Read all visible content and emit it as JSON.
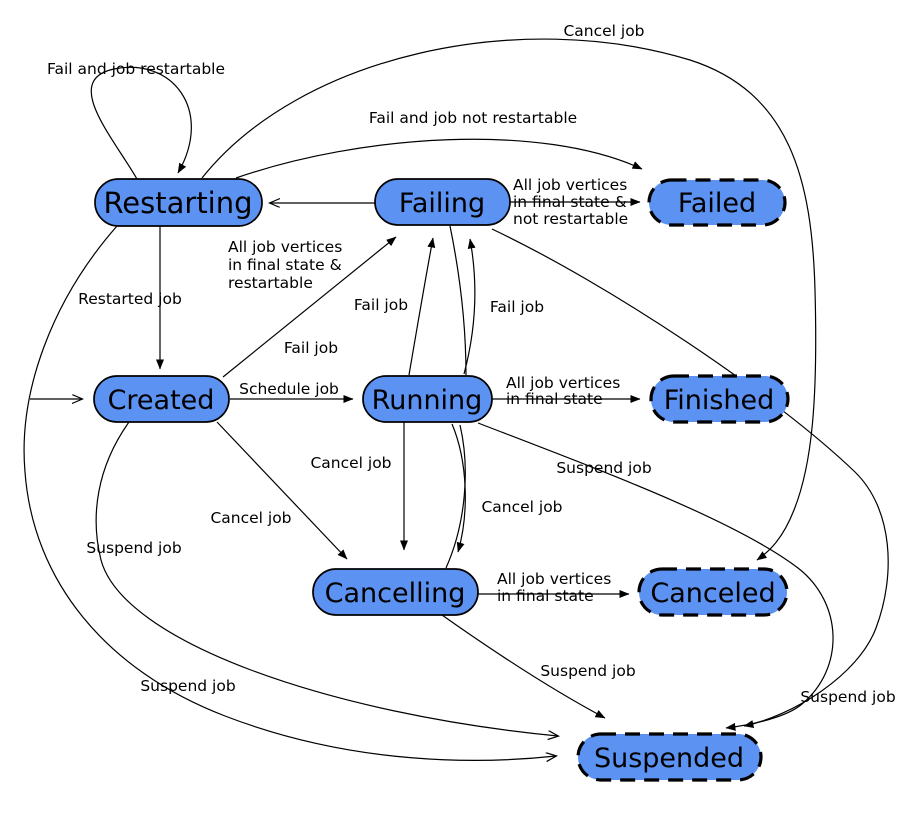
{
  "colors": {
    "node_fill": "#5c92f2",
    "node_border": "#000000",
    "edge": "#000000",
    "background": "#ffffff",
    "text": "#000000"
  },
  "states": [
    {
      "id": "restarting",
      "label": "Restarting",
      "final": false
    },
    {
      "id": "failing",
      "label": "Failing",
      "final": false
    },
    {
      "id": "failed",
      "label": "Failed",
      "final": true
    },
    {
      "id": "created",
      "label": "Created",
      "final": false
    },
    {
      "id": "running",
      "label": "Running",
      "final": false
    },
    {
      "id": "finished",
      "label": "Finished",
      "final": true
    },
    {
      "id": "cancelling",
      "label": "Cancelling",
      "final": false
    },
    {
      "id": "canceled",
      "label": "Canceled",
      "final": true
    },
    {
      "id": "suspended",
      "label": "Suspended",
      "final": true
    }
  ],
  "labels": {
    "fail_and_job_restartable": "Fail and job restartable",
    "fail_and_job_not_restartable": "Fail and job not restartable",
    "cancel_job": "Cancel job",
    "fail_job": "Fail job",
    "schedule_job": "Schedule job",
    "restarted_job": "Restarted job",
    "suspend_job": "Suspend job",
    "all_vertices_final_not_restartable": [
      "All job vertices",
      "in final state &",
      "not restartable"
    ],
    "all_vertices_final_restartable": [
      "All job vertices",
      "in final state &",
      "restartable"
    ],
    "all_vertices_final": [
      "All job vertices",
      "in final state"
    ]
  },
  "transitions": [
    {
      "from": "start",
      "to": "Created",
      "label": ""
    },
    {
      "from": "Restarting",
      "to": "Restarting",
      "label": "Fail and job restartable"
    },
    {
      "from": "Restarting",
      "to": "Failed",
      "label": "Fail and job not restartable"
    },
    {
      "from": "Restarting",
      "to": "Canceled",
      "label": "Cancel job"
    },
    {
      "from": "Restarting",
      "to": "Created",
      "label": "Restarted job"
    },
    {
      "from": "Restarting",
      "to": "Suspended",
      "label": "Suspend job"
    },
    {
      "from": "Failing",
      "to": "Restarting",
      "label": "All job vertices in final state & restartable"
    },
    {
      "from": "Failing",
      "to": "Failed",
      "label": "All job vertices in final state & not restartable"
    },
    {
      "from": "Failing",
      "to": "Cancelling",
      "label": "Cancel job"
    },
    {
      "from": "Failing",
      "to": "Suspended",
      "label": "Suspend job"
    },
    {
      "from": "Created",
      "to": "Running",
      "label": "Schedule job"
    },
    {
      "from": "Created",
      "to": "Failing",
      "label": "Fail job"
    },
    {
      "from": "Created",
      "to": "Cancelling",
      "label": "Cancel job"
    },
    {
      "from": "Created",
      "to": "Suspended",
      "label": "Suspend job"
    },
    {
      "from": "Running",
      "to": "Finished",
      "label": "All job vertices in final state"
    },
    {
      "from": "Running",
      "to": "Failing",
      "label": "Fail job"
    },
    {
      "from": "Running",
      "to": "Cancelling",
      "label": "Cancel job"
    },
    {
      "from": "Running",
      "to": "Suspended",
      "label": "Suspend job"
    },
    {
      "from": "Cancelling",
      "to": "Canceled",
      "label": "All job vertices in final state"
    },
    {
      "from": "Cancelling",
      "to": "Failing",
      "label": "Fail job"
    },
    {
      "from": "Cancelling",
      "to": "Suspended",
      "label": "Suspend job"
    }
  ]
}
